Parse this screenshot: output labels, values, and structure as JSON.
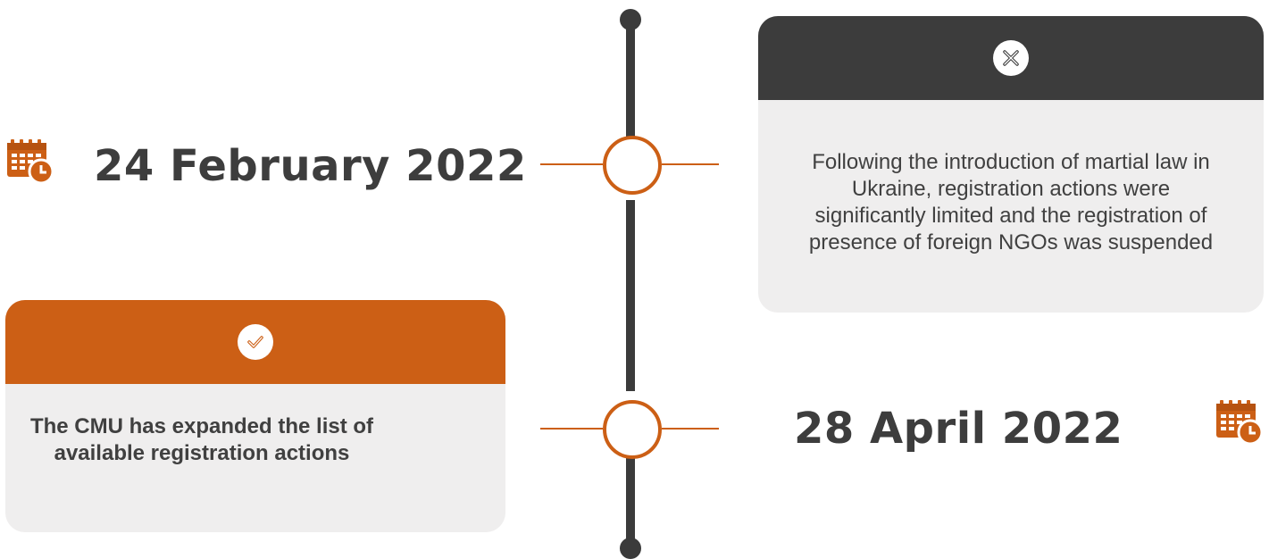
{
  "timeline": {
    "events": [
      {
        "date": "24 February 2022",
        "icon": "calendar-clock-icon",
        "card_icon": "x-mark-icon",
        "text": "Following the introduction of martial law in Ukraine, registration actions were significantly limited and the registration of presence of foreign NGOs was suspended"
      },
      {
        "date": "28 April 2022",
        "icon": "calendar-clock-icon",
        "card_icon": "checkmark-icon",
        "text": "The CMU has expanded the list of available registration actions"
      }
    ]
  },
  "colors": {
    "accent": "#cc5f15",
    "dark": "#3c3c3c",
    "card_bg": "#efeeee",
    "text": "#3d3d3d"
  }
}
